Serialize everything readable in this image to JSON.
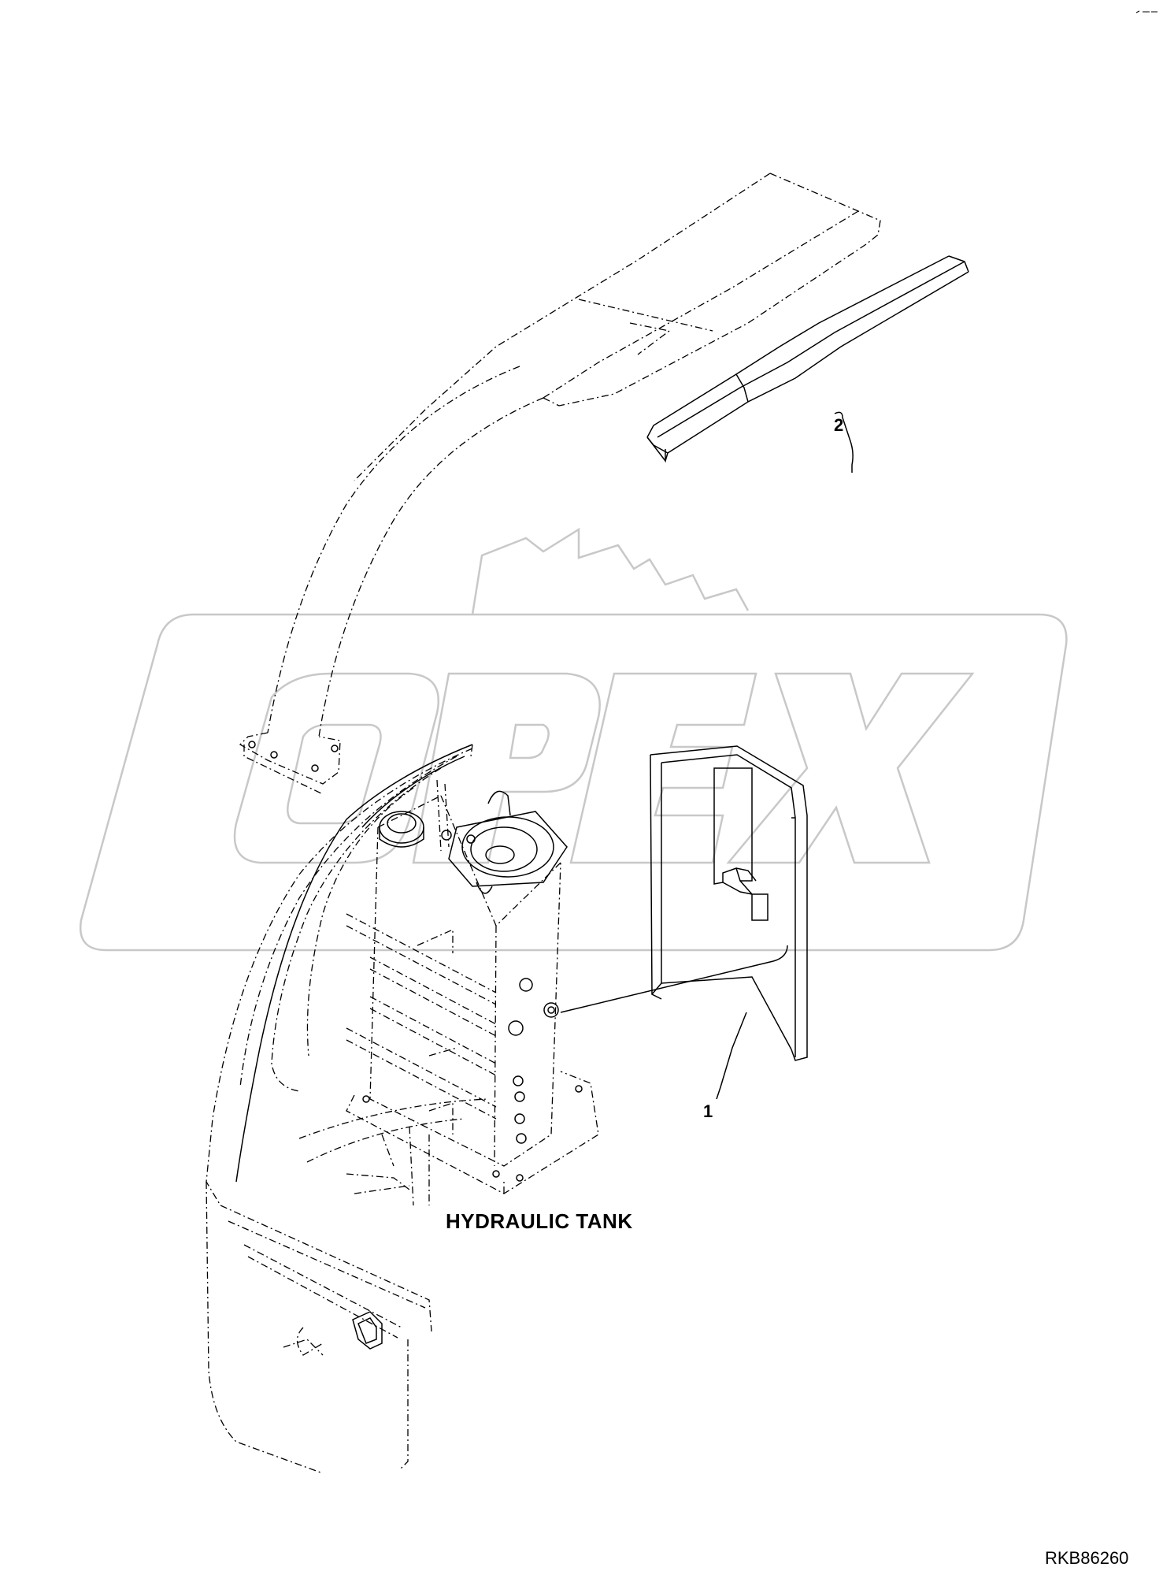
{
  "labels": {
    "part_1": "1",
    "part_2": "2",
    "component": "HYDRAULIC TANK",
    "drawing_ref": "RKB86260"
  },
  "watermark": {
    "text": "OPEX"
  },
  "colors": {
    "line": "#000000",
    "watermark": "#c8c8c8",
    "background": "#ffffff"
  }
}
